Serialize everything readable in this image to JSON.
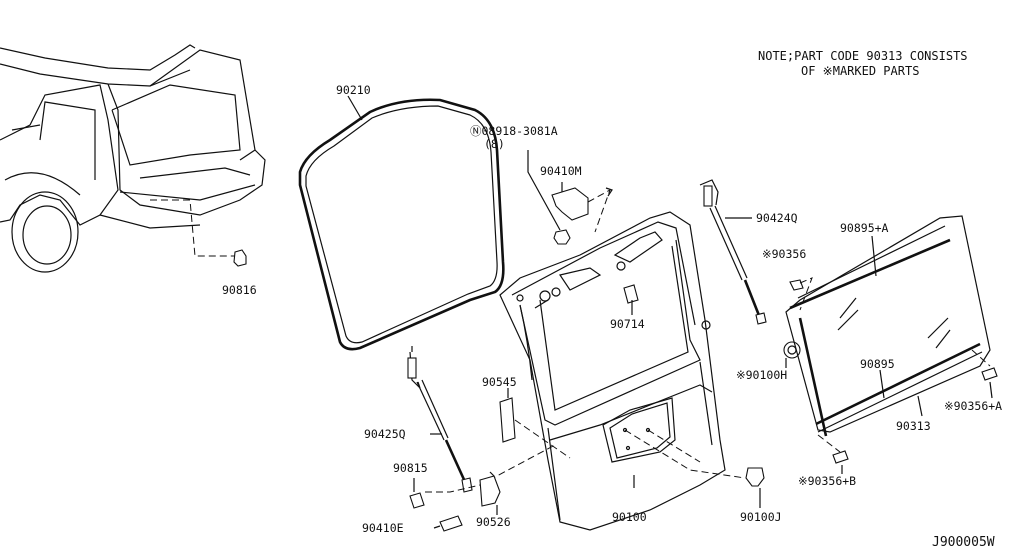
{
  "note": {
    "line1": "NOTE;PART CODE 90313 CONSISTS",
    "line2": "OF ※MARKED PARTS"
  },
  "diagram_code": "J900005W",
  "parts": {
    "weatherstrip": "90210",
    "bolt_nut_code": "Ⓝ08918-3081A",
    "bolt_qty": "(8)",
    "lock_assy": "90410M",
    "stay_right": "90424Q",
    "glass_moulding_upper": "90895+A",
    "fastener_90356": "※90356",
    "bumper_lower": "90816",
    "handle": "90714",
    "grommet": "※90100H",
    "glass_moulding_lower": "90895",
    "fastener_a": "※90356+A",
    "glass": "90313",
    "seal_pad": "90545",
    "stay_left": "90425Q",
    "bumper_rubber": "90815",
    "hinge": "90526",
    "back_door_panel": "90100",
    "clip_b": "※90356+B",
    "clip_j": "90100J",
    "bolt_e": "90410E"
  }
}
